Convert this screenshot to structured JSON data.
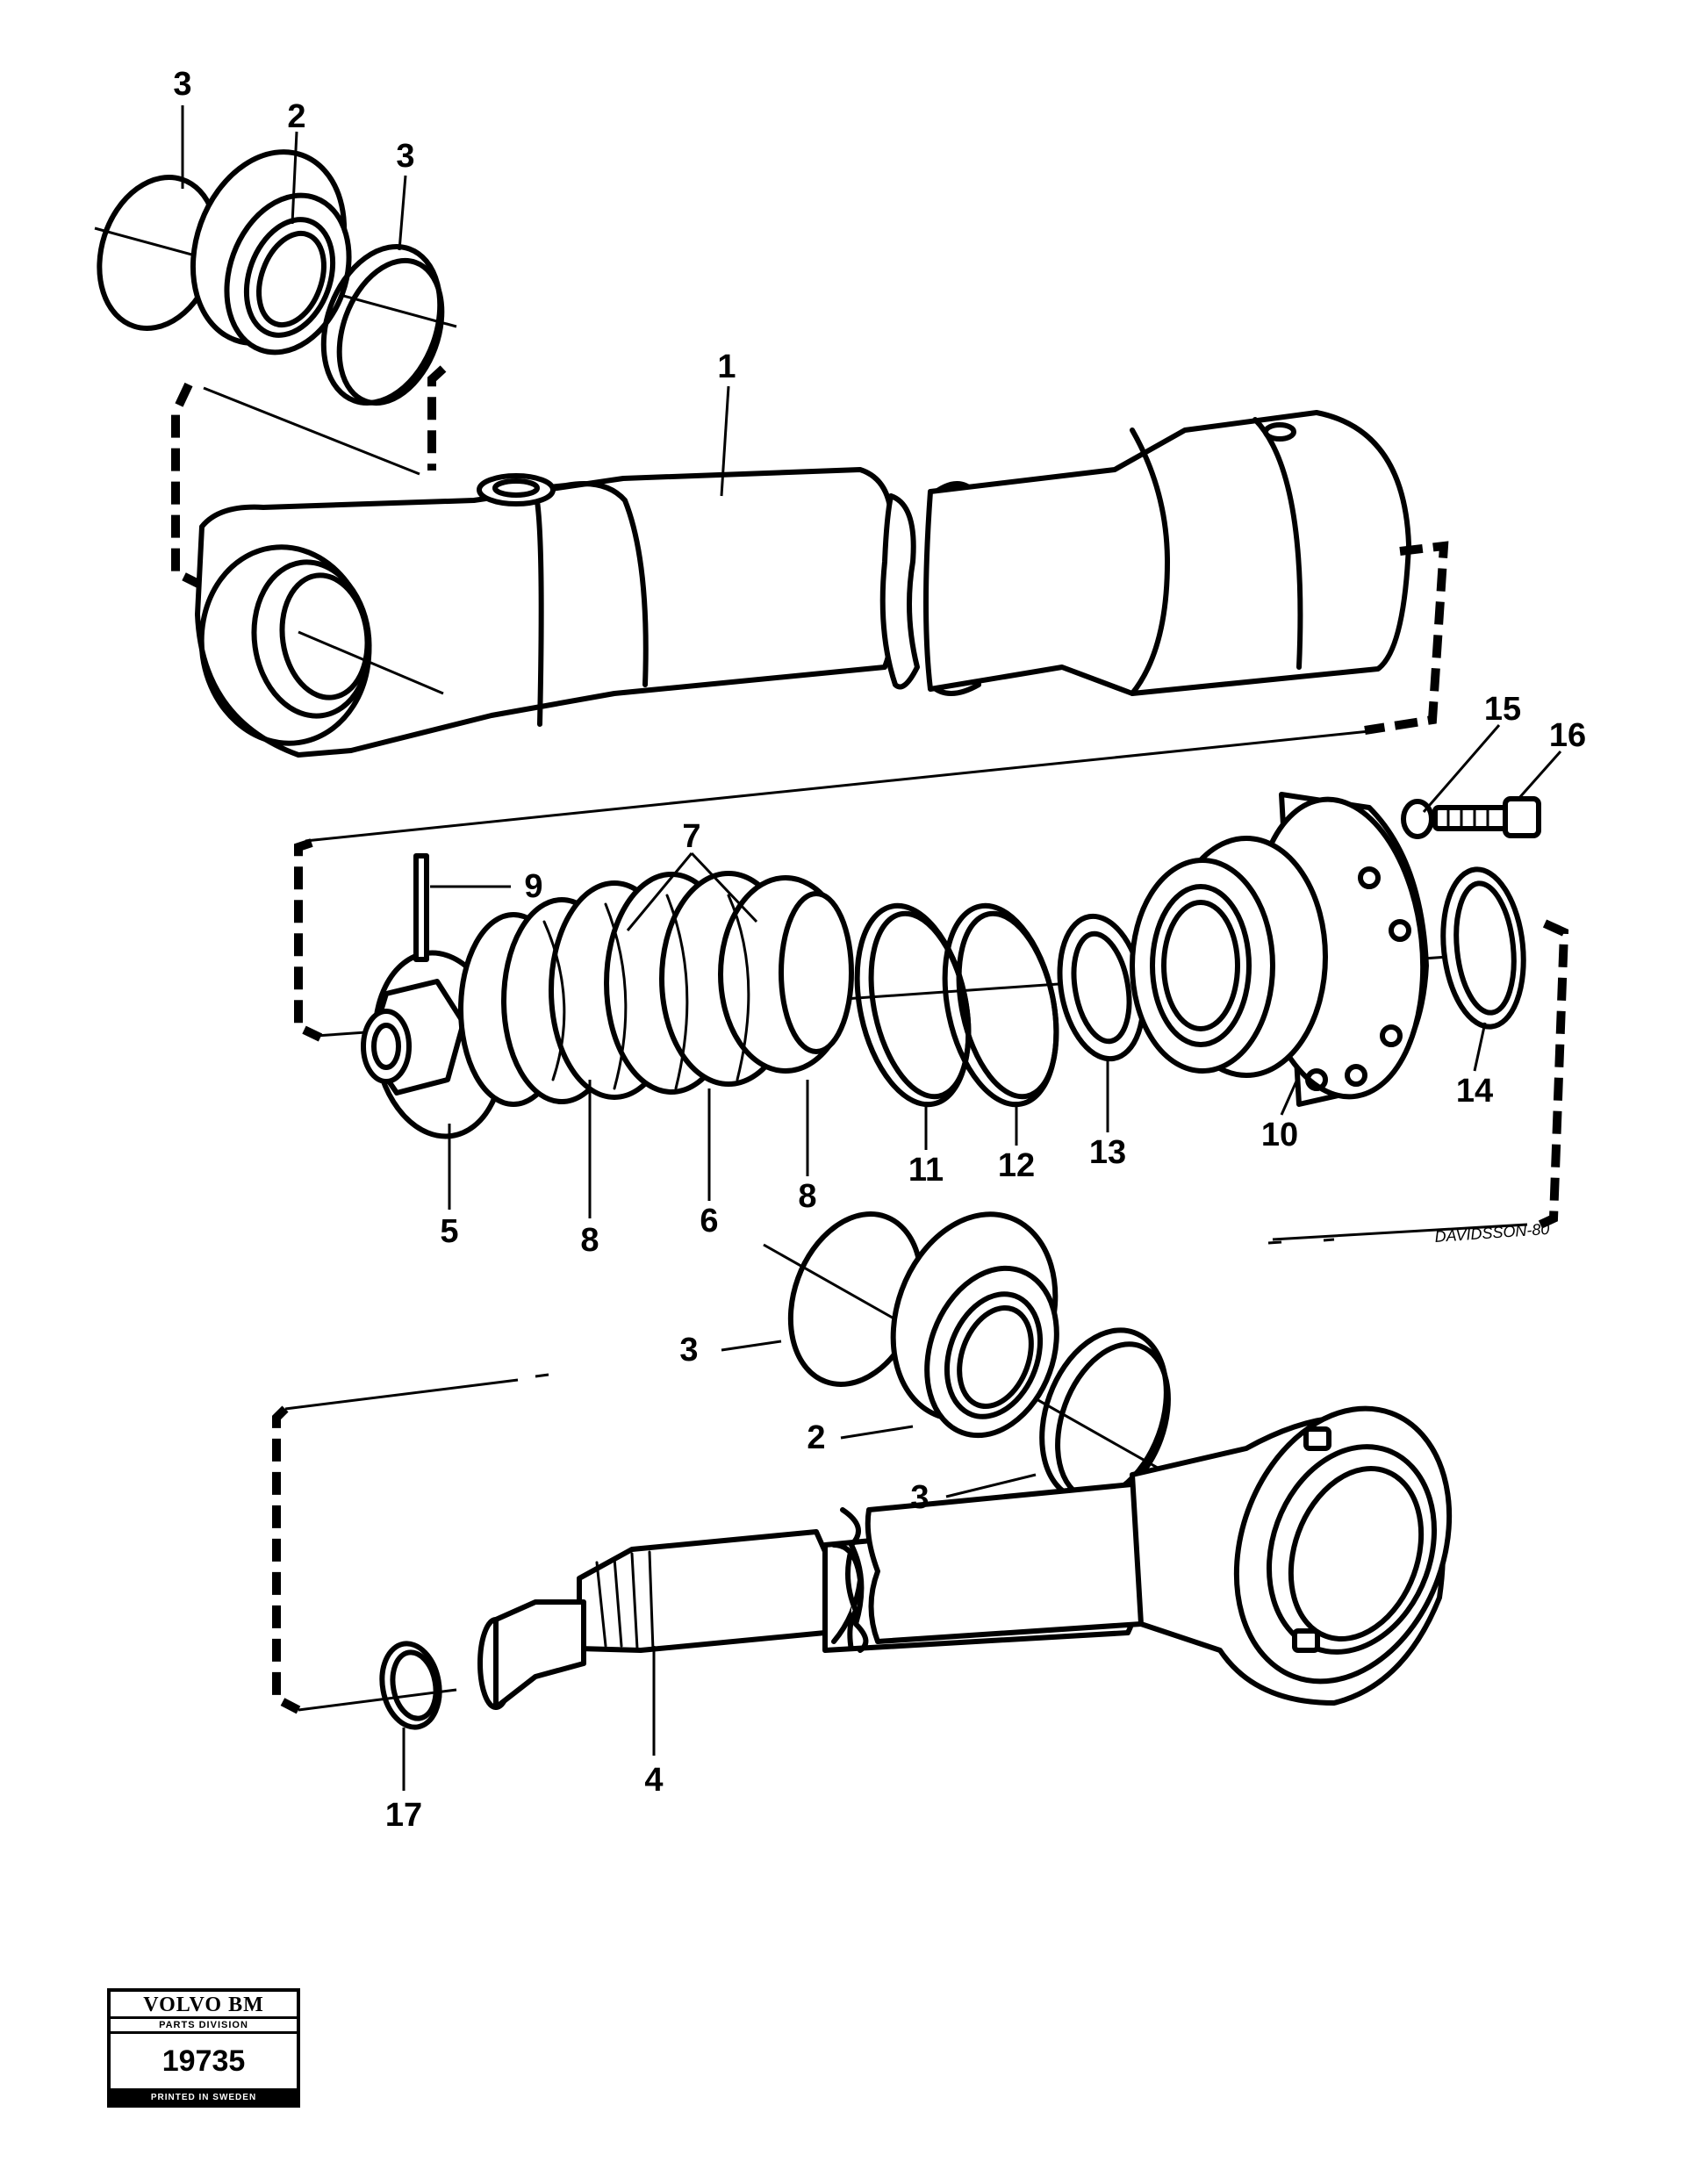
{
  "callouts": {
    "c1": "1",
    "c2_top": "2",
    "c2_bottom": "2",
    "c3_top_left": "3",
    "c3_top_right": "3",
    "c3_mid": "3",
    "c3_low": "3",
    "c4": "4",
    "c5": "5",
    "c6": "6",
    "c7": "7",
    "c8_left": "8",
    "c8_right": "8",
    "c9": "9",
    "c10": "10",
    "c11": "11",
    "c12": "12",
    "c13": "13",
    "c14": "14",
    "c15": "15",
    "c16": "16",
    "c17": "17"
  },
  "signature": "DAVIDSSON-80",
  "stamp": {
    "brand": "VOLVO BM",
    "division": "PARTS DIVISION",
    "number": "19735",
    "printed": "PRINTED IN SWEDEN"
  }
}
